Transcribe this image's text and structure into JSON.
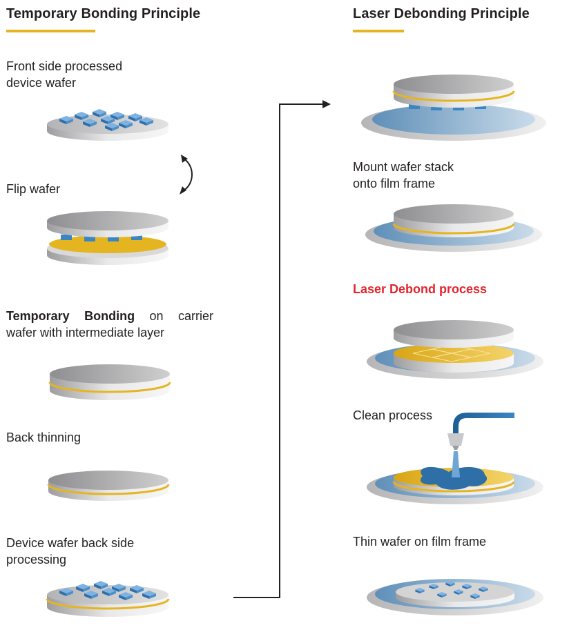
{
  "left": {
    "heading": "Temporary Bonding Principle",
    "steps": {
      "front_line1": "Front side processed",
      "front_line2": "device wafer",
      "flip": "Flip wafer",
      "bond_bold": "Temporary Bonding",
      "bond_rest": "on carrier",
      "bond_line2": "wafer with intermediate layer",
      "thin": "Back thinning",
      "back_line1": "Device wafer back side",
      "back_line2": "processing"
    }
  },
  "right": {
    "heading": "Laser Debonding Principle",
    "steps": {
      "mount_line1": "Mount wafer stack",
      "mount_line2": "onto film frame",
      "laser": "Laser Debond process",
      "clean": "Clean process",
      "thin_frame": "Thin wafer on film frame"
    }
  },
  "colors": {
    "accent": "#e5b521",
    "highlight_text": "#e3262e",
    "wafer_gray": "#a9a9ab",
    "film_blue": "#8fb3d0",
    "chip_blue": "#3a86c2",
    "arrow": "#231f20"
  }
}
